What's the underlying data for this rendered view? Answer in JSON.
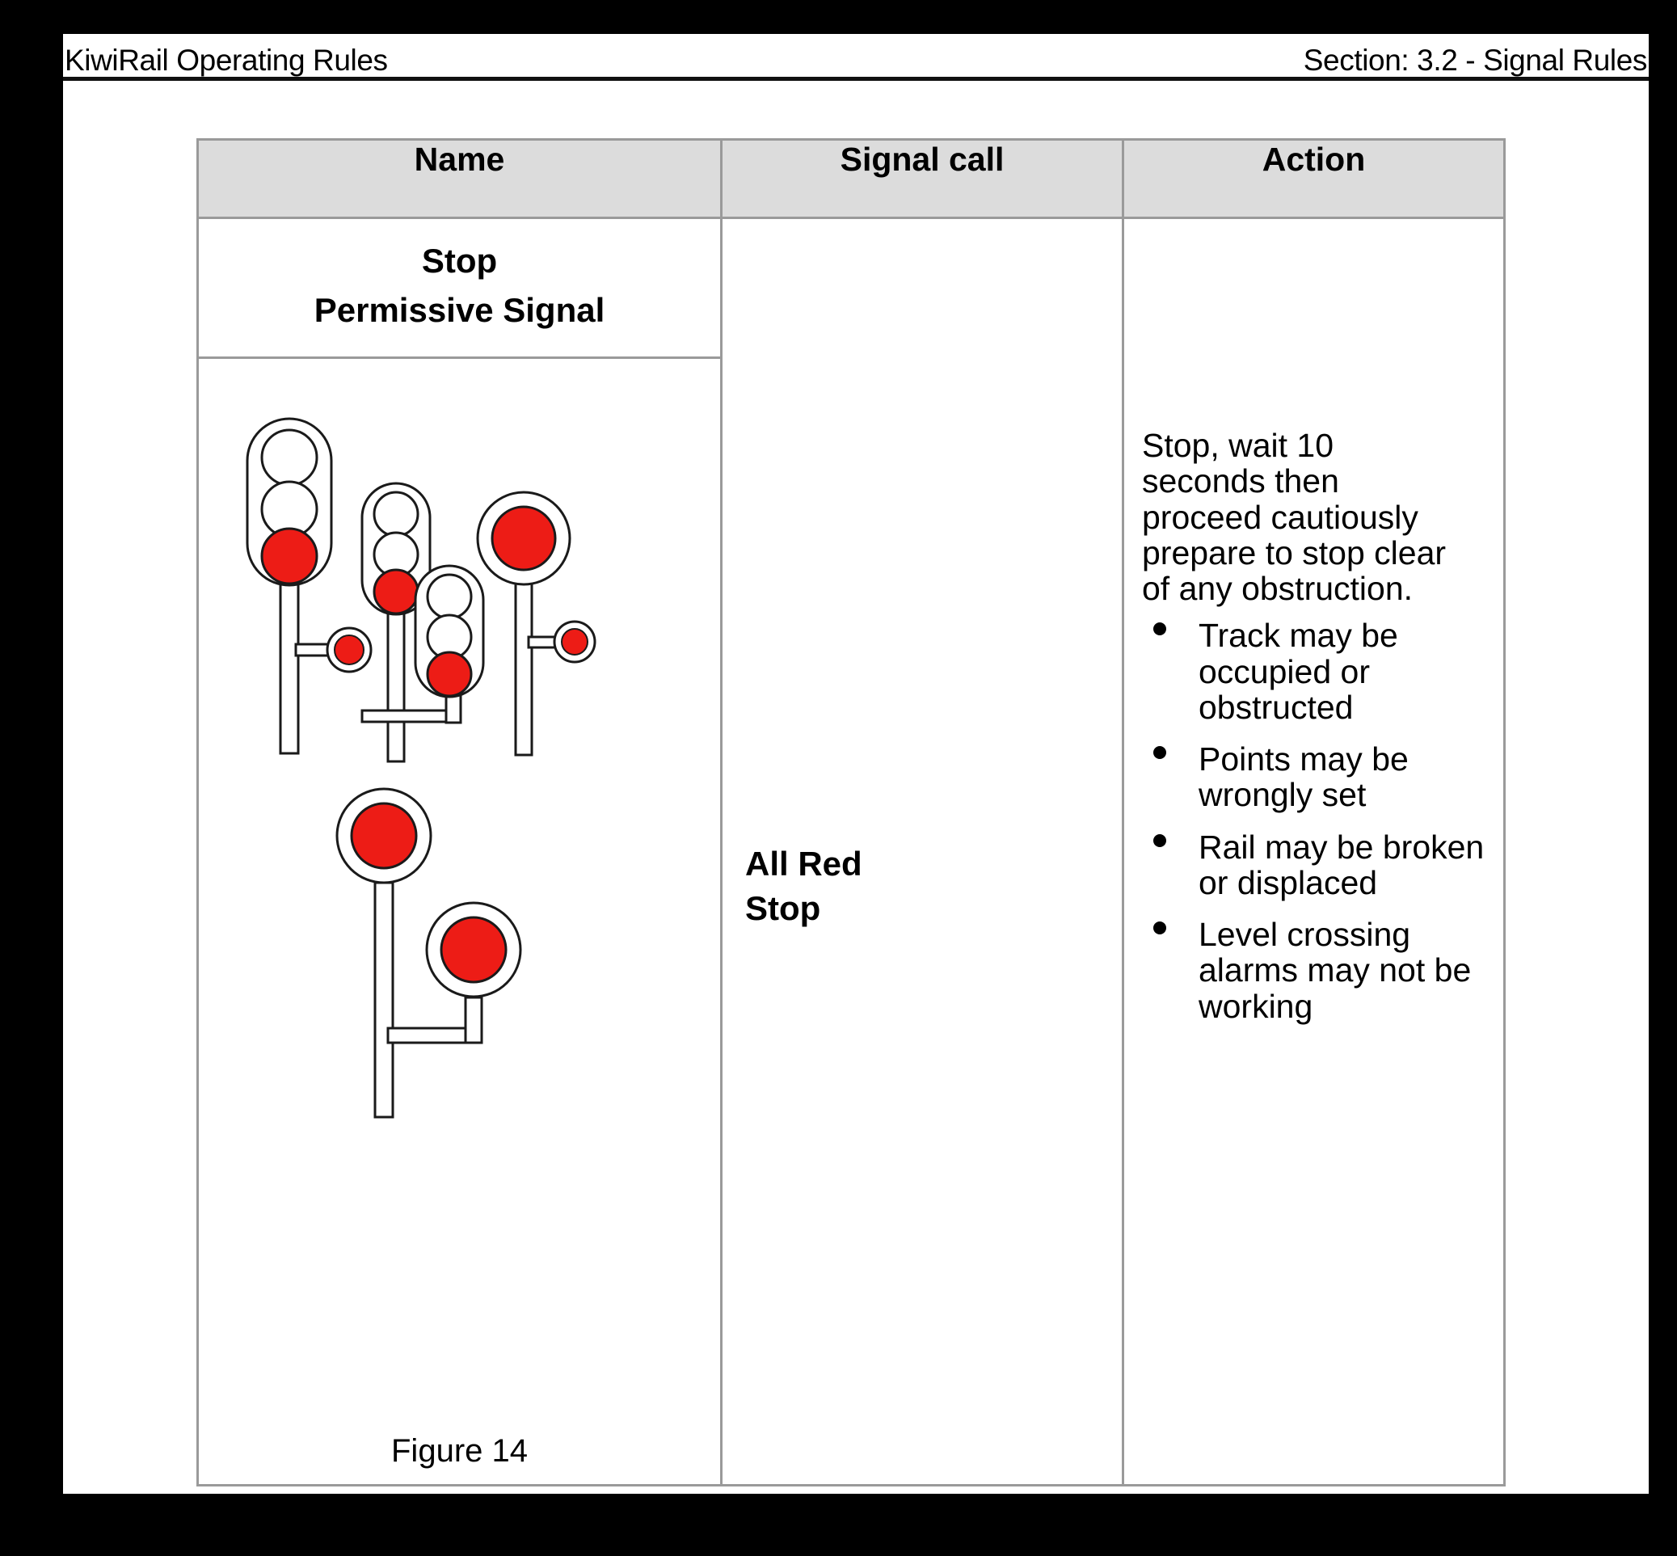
{
  "header": {
    "left": "KiwiRail Operating Rules",
    "right": "Section: 3.2 - Signal Rules"
  },
  "table": {
    "columns": [
      "Name",
      "Signal call",
      "Action"
    ],
    "row": {
      "name_lines": [
        "Stop",
        "Permissive Signal"
      ],
      "figure_caption": "Figure 14",
      "signal_call_lines": [
        "All Red",
        "Stop"
      ],
      "action_intro": "Stop, wait 10 seconds then proceed cautiously prepare to stop clear of any obstruction.",
      "action_bullets": [
        "Track may be occupied or obstructed",
        "Points may be wrongly set",
        "Rail may be broken or displaced",
        "Level crossing alarms may not be working"
      ]
    }
  },
  "figure": {
    "caption": "Figure 14",
    "lamp_red_color": "#ED1C16",
    "outline_color": "#1a1a1a",
    "lamp_off_color": "#ffffff",
    "signals": [
      {
        "id": "signal-3-aspect-with-subsidiary-left",
        "type": "three-aspect-head-with-subsidiary",
        "aspects": [
          "off",
          "off",
          "red"
        ],
        "subsidiary": "red"
      },
      {
        "id": "signal-3-aspect-bracket-upper",
        "type": "three-aspect-head-bracket",
        "aspects": [
          "off",
          "off",
          "red"
        ],
        "subsidiary": "none"
      },
      {
        "id": "signal-3-aspect-bracket-lower",
        "type": "three-aspect-head-bracket-offset",
        "aspects": [
          "off",
          "off",
          "red"
        ],
        "subsidiary": "none"
      },
      {
        "id": "signal-disc-with-subsidiary",
        "type": "disc-head-with-subsidiary",
        "aspects": [
          "red"
        ],
        "subsidiary": "red"
      },
      {
        "id": "signal-disc-pair-bracket",
        "type": "disc-head-pair-bracket",
        "aspects": [
          "red",
          "red"
        ],
        "subsidiary": "none"
      }
    ]
  }
}
